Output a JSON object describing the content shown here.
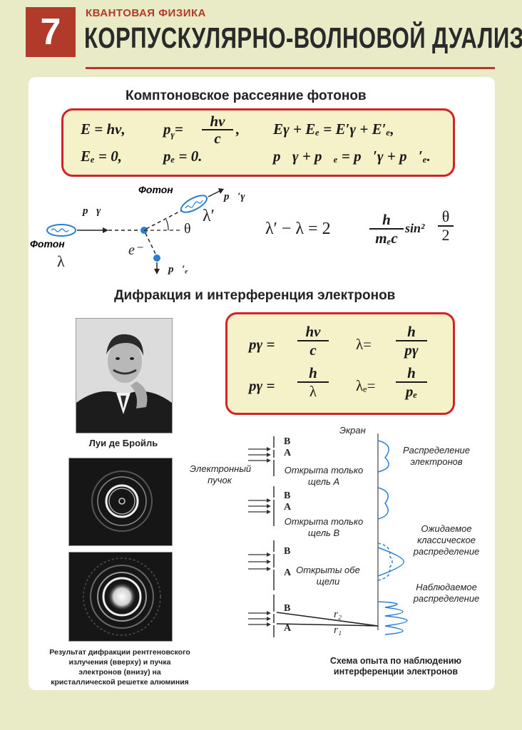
{
  "header": {
    "number": "7",
    "subtitle": "КВАНТОВАЯ ФИЗИКА",
    "title": "КОРПУСКУЛЯРНО-ВОЛНОВОЙ ДУАЛИЗМ"
  },
  "compton": {
    "title": "Комптоновское рассеяние фотонов",
    "formulas": {
      "e": "E = hν,",
      "p_gamma": "p",
      "p_sub": "γ",
      "frac_num": "hν",
      "frac_den": "c",
      "energy_conservation": "Eγ + Eₑ = E′γ + E′ₑ,",
      "ee_zero": "Eₑ = 0,",
      "pe_zero": "pₑ = 0.",
      "momentum_conservation": "p⃗γ + p⃗ₑ = p⃗′γ + p⃗′ₑ."
    },
    "diagram": {
      "photon_in_label": "Фотон",
      "photon_out_label": "Фотон",
      "lambda": "λ",
      "lambda_prime": "λ′",
      "theta": "θ",
      "electron": "e⁻",
      "p_gamma": "p⃗γ",
      "p_gamma_prime": "p⃗′γ",
      "p_e_prime": "p⃗′ₑ"
    },
    "shift_formula": {
      "lhs": "λ′ − λ = 2",
      "num": "h",
      "den": "mₑc",
      "sin": "sin²",
      "frac2_num": "θ",
      "frac2_den": "2"
    }
  },
  "diffraction": {
    "title": "Дифракция и интерференция электронов",
    "formulas": [
      {
        "lhs": "pγ =",
        "num": "hν",
        "den": "c"
      },
      {
        "lhs": "λ=",
        "num": "h",
        "den": "pγ"
      },
      {
        "lhs": "pγ =",
        "num": "h",
        "den": "λ"
      },
      {
        "lhs": "λₑ=",
        "num": "h",
        "den": "pₑ"
      }
    ],
    "portrait_caption": "Луи де Бройль",
    "diffraction_caption": "Результат дифракции рентгеновского излучения (вверху) и пучка электронов (внизу) на кристаллической решетке алюминия",
    "scheme": {
      "screen": "Экран",
      "beam": "Электронный пучок",
      "slit_b": "B",
      "slit_a": "A",
      "rows": [
        {
          "label": "Открыта только щель А",
          "right": "Распределение электронов"
        },
        {
          "label": "Открыта только щель В",
          "right": ""
        },
        {
          "label": "Открыты обе щели",
          "right": "Ожидаемое классическое распределение"
        },
        {
          "label": "",
          "right": "Наблюдаемое распределение"
        }
      ],
      "r1": "r₁",
      "r2": "r₂",
      "caption": "Схема опыта по наблюдению интерференции электронов"
    }
  },
  "colors": {
    "accent": "#b23a2a",
    "box_border": "#d2232a",
    "box_fill": "#f5f1c8",
    "background": "#e8ebc6",
    "diagram_blue": "#2a7fd4"
  }
}
